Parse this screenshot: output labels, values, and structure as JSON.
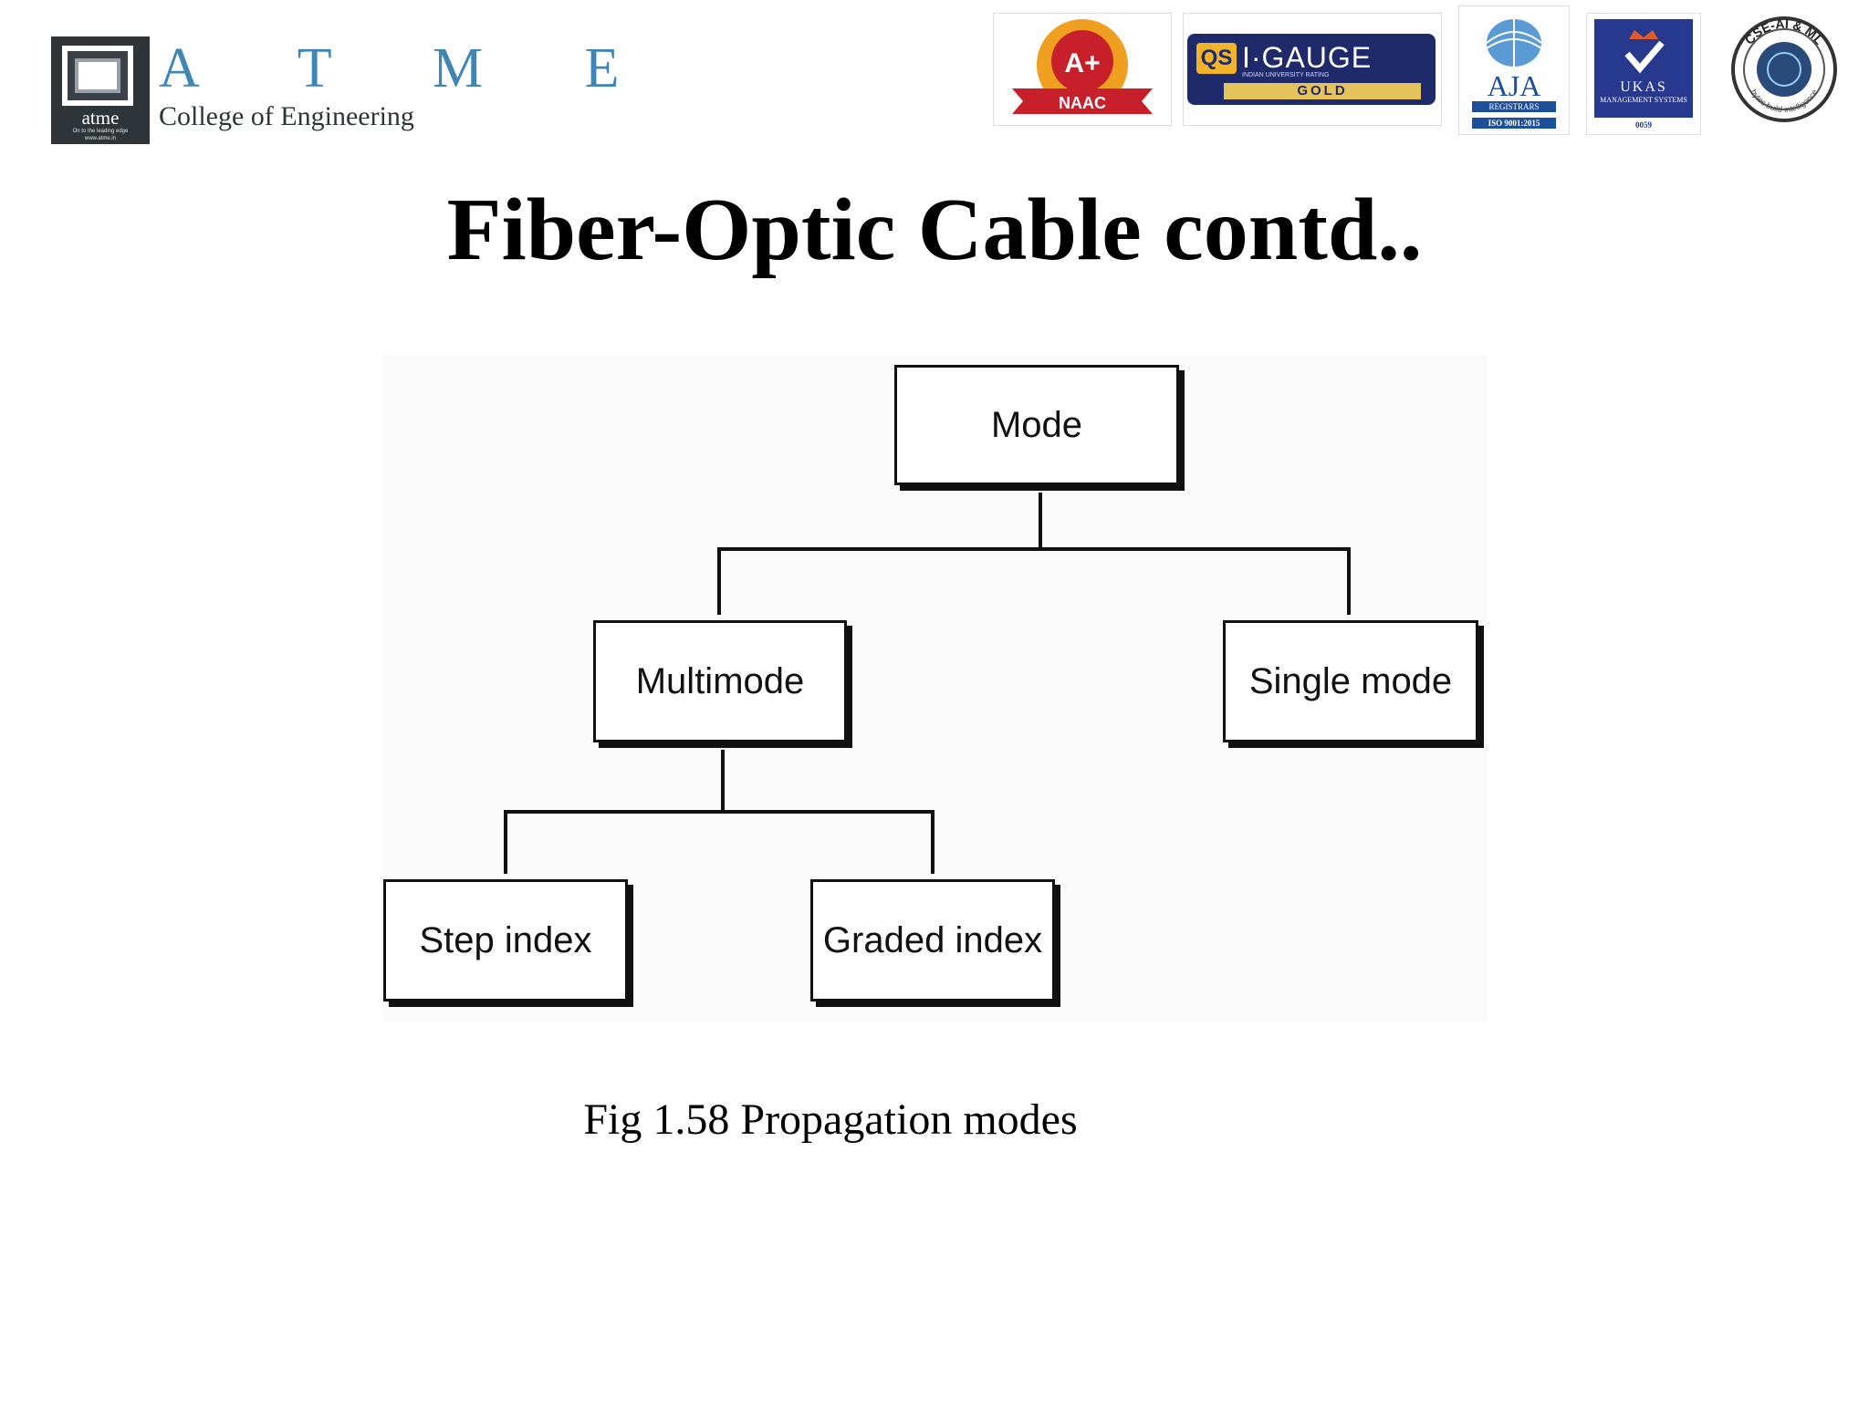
{
  "header": {
    "logo": {
      "letters": "A T M E",
      "college": "College of Engineering",
      "small_name": "atme",
      "tagline": "On to the leading edge",
      "url": "www.atme.in"
    },
    "badges": {
      "naac_grade": "A+",
      "naac_label": "NAAC",
      "igauge_qs": "QS",
      "igauge_name": "I·GAUGE",
      "igauge_sub": "INDIAN UNIVERSITY RATING",
      "igauge_level": "GOLD",
      "aja_name": "AJA",
      "aja_registrars": "REGISTRARS",
      "aja_iso": "ISO 9001:2015",
      "ukas_name": "UKAS",
      "ukas_mgmt": "MANAGEMENT SYSTEMS",
      "ukas_number": "0059",
      "cse_text": "CSE-AI & ML",
      "cse_tagline": "bytes build intelligence"
    },
    "colors": {
      "atme_blue": "#3f86b5",
      "atme_dark": "#2f3438",
      "naac_orange": "#f0a020",
      "naac_red": "#c8202a",
      "igauge_navy": "#1f2a6b",
      "aja_blue": "#1d4f9a",
      "ukas_blue": "#27398f"
    }
  },
  "slide": {
    "title": "Fiber-Optic Cable contd..",
    "caption": "Fig 1.58 Propagation modes"
  },
  "diagram": {
    "root": "Mode",
    "level1": [
      "Multimode",
      "Single mode"
    ],
    "level2": [
      "Step index",
      "Graded index"
    ]
  }
}
